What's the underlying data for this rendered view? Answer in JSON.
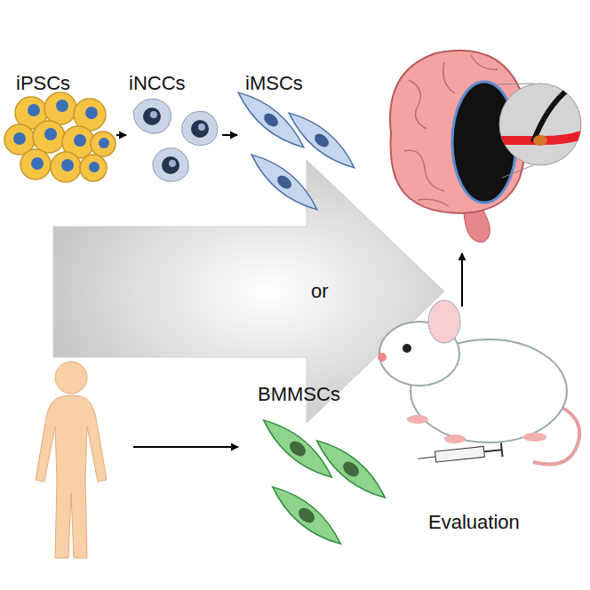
{
  "diagram": {
    "nodes": [
      {
        "text": [
          "iPSCs"
        ]
      },
      {
        "text": [
          "iNCCs"
        ]
      },
      {
        "text": [
          "iMSCs"
        ]
      },
      {
        "text": [
          "BMMSCs"
        ]
      }
    ],
    "edges": [
      {
        "from": 0,
        "to": 1,
        "arrow": "to"
      },
      {
        "from": 1,
        "to": 2,
        "arrow": "to"
      }
    ],
    "labels": [
      "or",
      "Evaluation"
    ]
  }
}
